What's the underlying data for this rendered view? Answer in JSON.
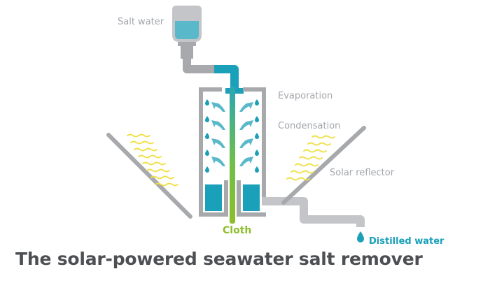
{
  "title": "The solar-powered seawater salt remover",
  "labels": {
    "salt_water": "Salt water",
    "evaporation": "Evaporation",
    "condensation": "Condensation",
    "solar_reflector": "Solar reflector",
    "cloth": "Cloth",
    "distilled_water": "Distilled water"
  },
  "colors": {
    "water": "#1aa0b8",
    "water_light": "#59b8c9",
    "frame": "#a7a9ac",
    "cloth": "#8cbf2a",
    "sun_waves": "#f0e04a",
    "title": "#4d4f52"
  }
}
